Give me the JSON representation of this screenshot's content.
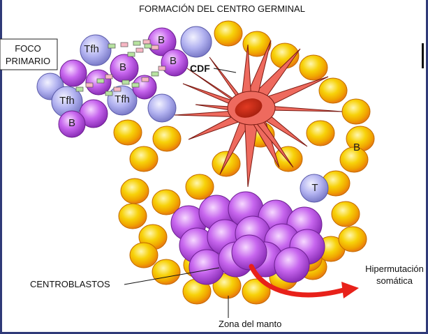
{
  "title": "FORMACIÓN DEL CENTRO GERMINAL",
  "labels": {
    "foco_primario_line1": "FOCO",
    "foco_primario_line2": "PRIMARIO",
    "cdf": "CDF",
    "centroblastos": "CENTROBLASTOS",
    "zona_del_manto": "Zona del manto",
    "hipermutacion_line1": "Hipermutación",
    "hipermutacion_line2": "somática",
    "tfh": "Tfh",
    "b": "B",
    "t": "T"
  },
  "colors": {
    "b_cell": "#b04fd8",
    "tfh_cell": "#a9a9ec",
    "mantle_cell": "#f2c200",
    "mantle_rim": "#e87a12",
    "fdc": "#ee6a5e",
    "arrow": "#e8211a"
  }
}
